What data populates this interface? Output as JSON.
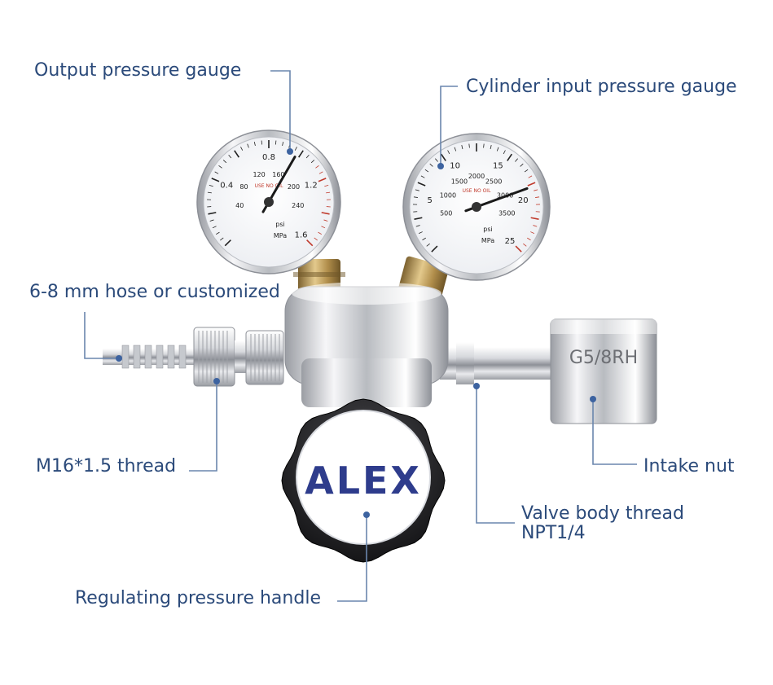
{
  "labels": {
    "output_gauge": "Output pressure gauge",
    "input_gauge": "Cylinder input pressure gauge",
    "hose": "6-8 mm hose or customized",
    "m16_thread": "M16*1.5 thread",
    "intake_nut": "Intake nut",
    "valve_body_line1": "Valve body thread",
    "valve_body_line2": "NPT1/4",
    "handle": "Regulating pressure handle"
  },
  "product": {
    "brand": "ALEX",
    "nut_marking": "G5/8RH"
  },
  "gauges": {
    "output": {
      "mpa_ticks": [
        "0.4",
        "0.8",
        "1.2",
        "1.6"
      ],
      "psi_ticks": [
        "40",
        "80",
        "120",
        "160",
        "200",
        "240"
      ],
      "units_psi": "psi",
      "units_mpa": "MPa",
      "warning": "USE NO OIL"
    },
    "input": {
      "mpa_ticks": [
        "5",
        "10",
        "15",
        "20",
        "25"
      ],
      "psi_ticks": [
        "500",
        "1000",
        "1500",
        "2000",
        "2500",
        "3000",
        "3500"
      ],
      "units_psi": "psi",
      "units_mpa": "MPa",
      "warning": "USE NO OIL"
    }
  },
  "colors": {
    "label_text": "#2b4a7a",
    "leader_line": "#6a86ad",
    "needle": "#1a1a1a",
    "red_scale": "#c0392b",
    "chrome_light": "#f4f4f6",
    "chrome_dark": "#8a8d94",
    "brass": "#b08d4a",
    "knob": "#1c1c1e"
  }
}
